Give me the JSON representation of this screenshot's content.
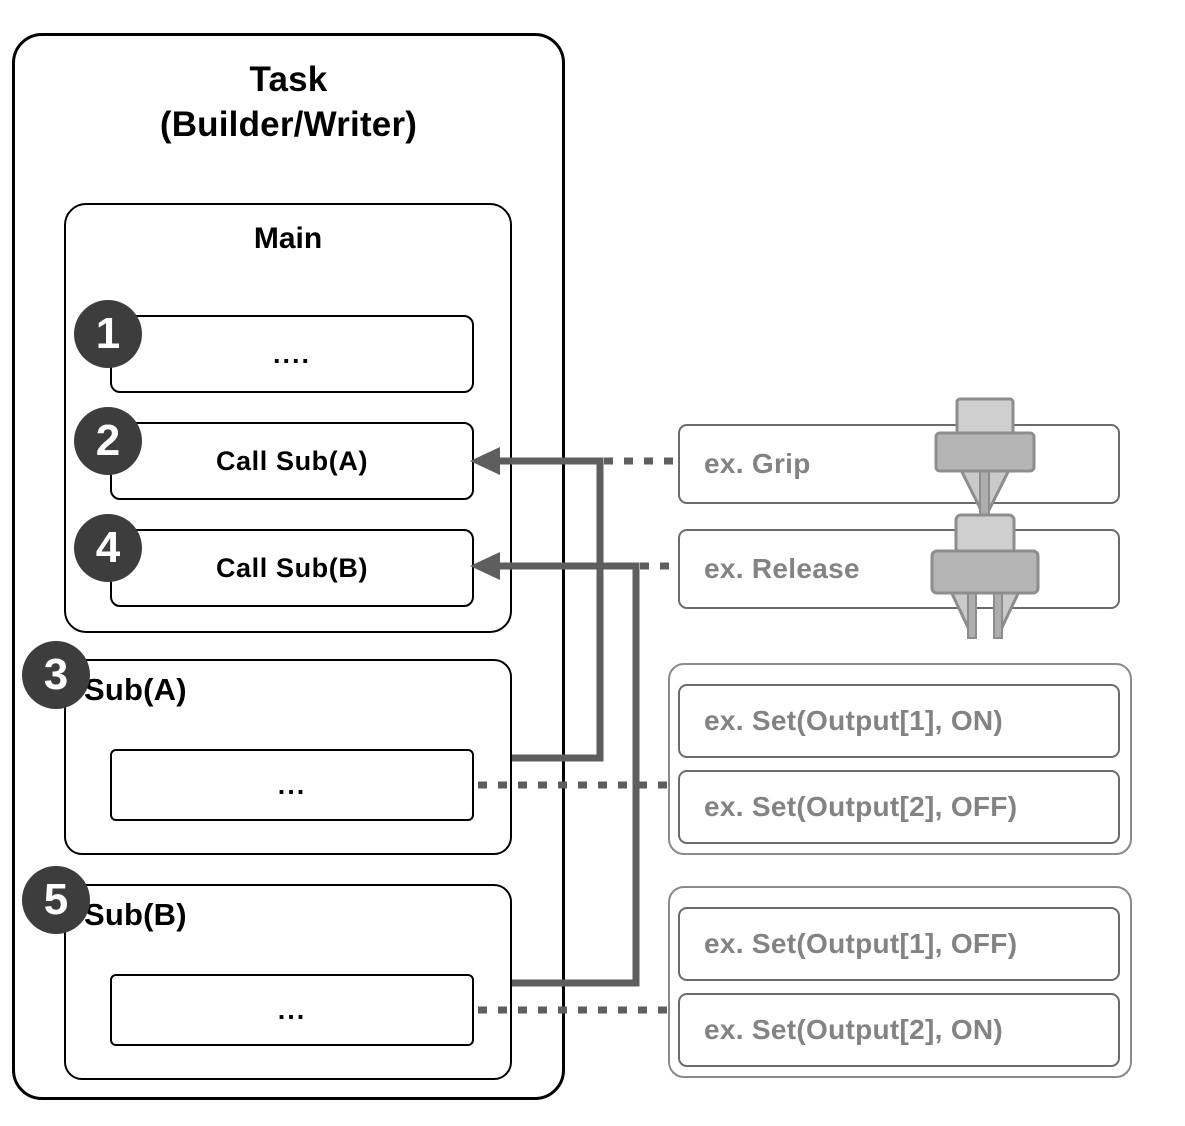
{
  "diagram": {
    "title_line1": "Task",
    "title_line2": "(Builder/Writer)",
    "colors": {
      "outline": "#000000",
      "badge": "#3d3d3d",
      "badge_text": "#ffffff",
      "action_text": "#838383",
      "action_outline": "#6b6b6b",
      "wire": "#5e5e5e",
      "gripper_light": "#c9c9c9",
      "gripper_dark": "#a8a8a8"
    }
  },
  "main": {
    "title": "Main",
    "steps": [
      {
        "badge": "1",
        "label": "...."
      },
      {
        "badge": "2",
        "label": "Call  Sub(A)"
      },
      {
        "badge": "4",
        "label": "Call  Sub(B)"
      }
    ]
  },
  "subs": [
    {
      "badge": "3",
      "title": "Sub(A)",
      "body": "..."
    },
    {
      "badge": "5",
      "title": "Sub(B)",
      "body": "..."
    }
  ],
  "actions": [
    {
      "label": "ex. Grip",
      "icon": "gripper-closed-icon"
    },
    {
      "label": "ex. Release",
      "icon": "gripper-open-icon"
    }
  ],
  "output_groups": [
    {
      "group": "sub-a-outputs",
      "items": [
        {
          "label": "ex. Set(Output[1], ON)"
        },
        {
          "label": "ex. Set(Output[2], OFF)"
        }
      ]
    },
    {
      "group": "sub-b-outputs",
      "items": [
        {
          "label": "ex. Set(Output[1], OFF)"
        },
        {
          "label": "ex. Set(Output[2], ON)"
        }
      ]
    }
  ]
}
